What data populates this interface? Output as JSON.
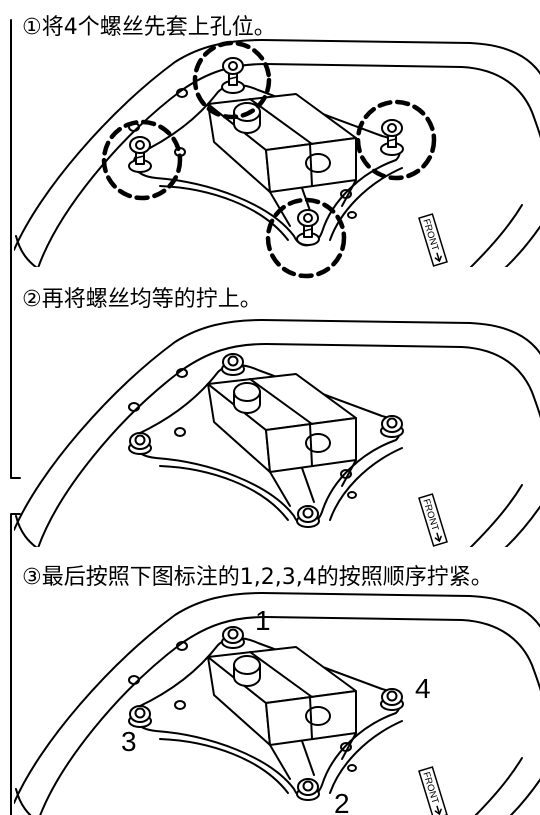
{
  "panels": [
    {
      "step": "①将4个螺丝先套上孔位。",
      "front_label": "FRONT"
    },
    {
      "step": "②再将螺丝均等的拧上。",
      "front_label": "FRONT"
    },
    {
      "step": "③最后按照下图标注的1,2,3,4的按照顺序拧紧。",
      "front_label": "FRONT",
      "order_labels": [
        "1",
        "2",
        "3",
        "4"
      ]
    }
  ],
  "colors": {
    "ink": "#000000",
    "background": "#ffffff"
  }
}
